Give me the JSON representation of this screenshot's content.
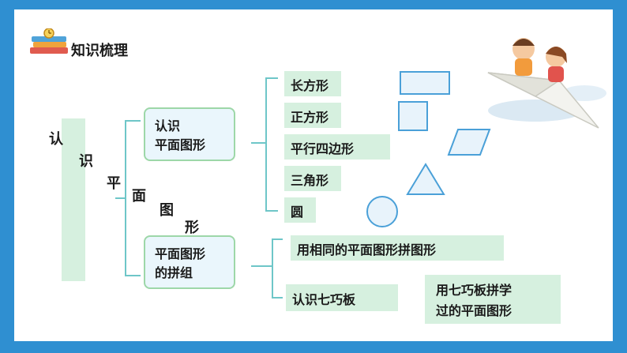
{
  "header": {
    "title": "知识梳理"
  },
  "root": {
    "chars": [
      "认",
      "识",
      "平",
      "面",
      "图",
      "形"
    ]
  },
  "categories": [
    {
      "lines": [
        "认识",
        "平面图形"
      ]
    },
    {
      "lines": [
        "平面图形",
        "的拼组"
      ]
    }
  ],
  "shapes": [
    {
      "label": "长方形"
    },
    {
      "label": "正方形"
    },
    {
      "label": "平行四边形"
    },
    {
      "label": "三角形"
    },
    {
      "label": "圆"
    }
  ],
  "combine": [
    {
      "lines": [
        "用相同的平面图形拼图形"
      ]
    },
    {
      "lines": [
        "认识七巧板"
      ]
    },
    {
      "lines": [
        "用七巧板拼学",
        "过的平面图形"
      ]
    }
  ],
  "colors": {
    "frame": "#2f8fd1",
    "panel": "#ffffff",
    "label_fill": "#d6f0df",
    "box_fill": "#eaf6fc",
    "box_border": "#9dd7a8",
    "connector": "#6ec6c8",
    "shape_stroke": "#4aa0d8"
  },
  "icons": [
    "books-clock-icon"
  ]
}
